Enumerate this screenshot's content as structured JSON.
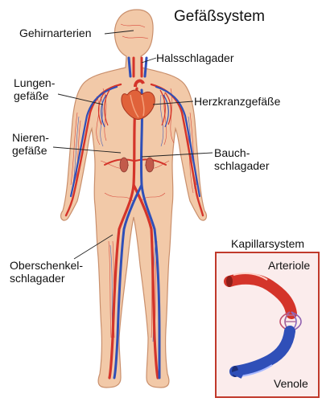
{
  "title": "Gefäßsystem",
  "labels": {
    "gehirnarterien": "Gehirnarterien",
    "halsschlagader": "Halsschlagader",
    "lungen_line1": "Lungen-",
    "lungen_line2": "gefäße",
    "herzkranz": "Herzkranzgefäße",
    "nieren_line1": "Nieren-",
    "nieren_line2": "gefäße",
    "bauch_line1": "Bauch-",
    "bauch_line2": "schlagader",
    "ober_line1": "Oberschenkel-",
    "ober_line2": "schlagader"
  },
  "inset": {
    "title": "Kapillarsystem",
    "arteriole": "Arteriole",
    "venole": "Venole"
  },
  "colors": {
    "skin": "#f2c9a8",
    "skin_outline": "#c98f6c",
    "artery": "#d4342a",
    "vein": "#2f4fb8",
    "inset_border": "#c0392b",
    "inset_bg": "#fbecec"
  }
}
